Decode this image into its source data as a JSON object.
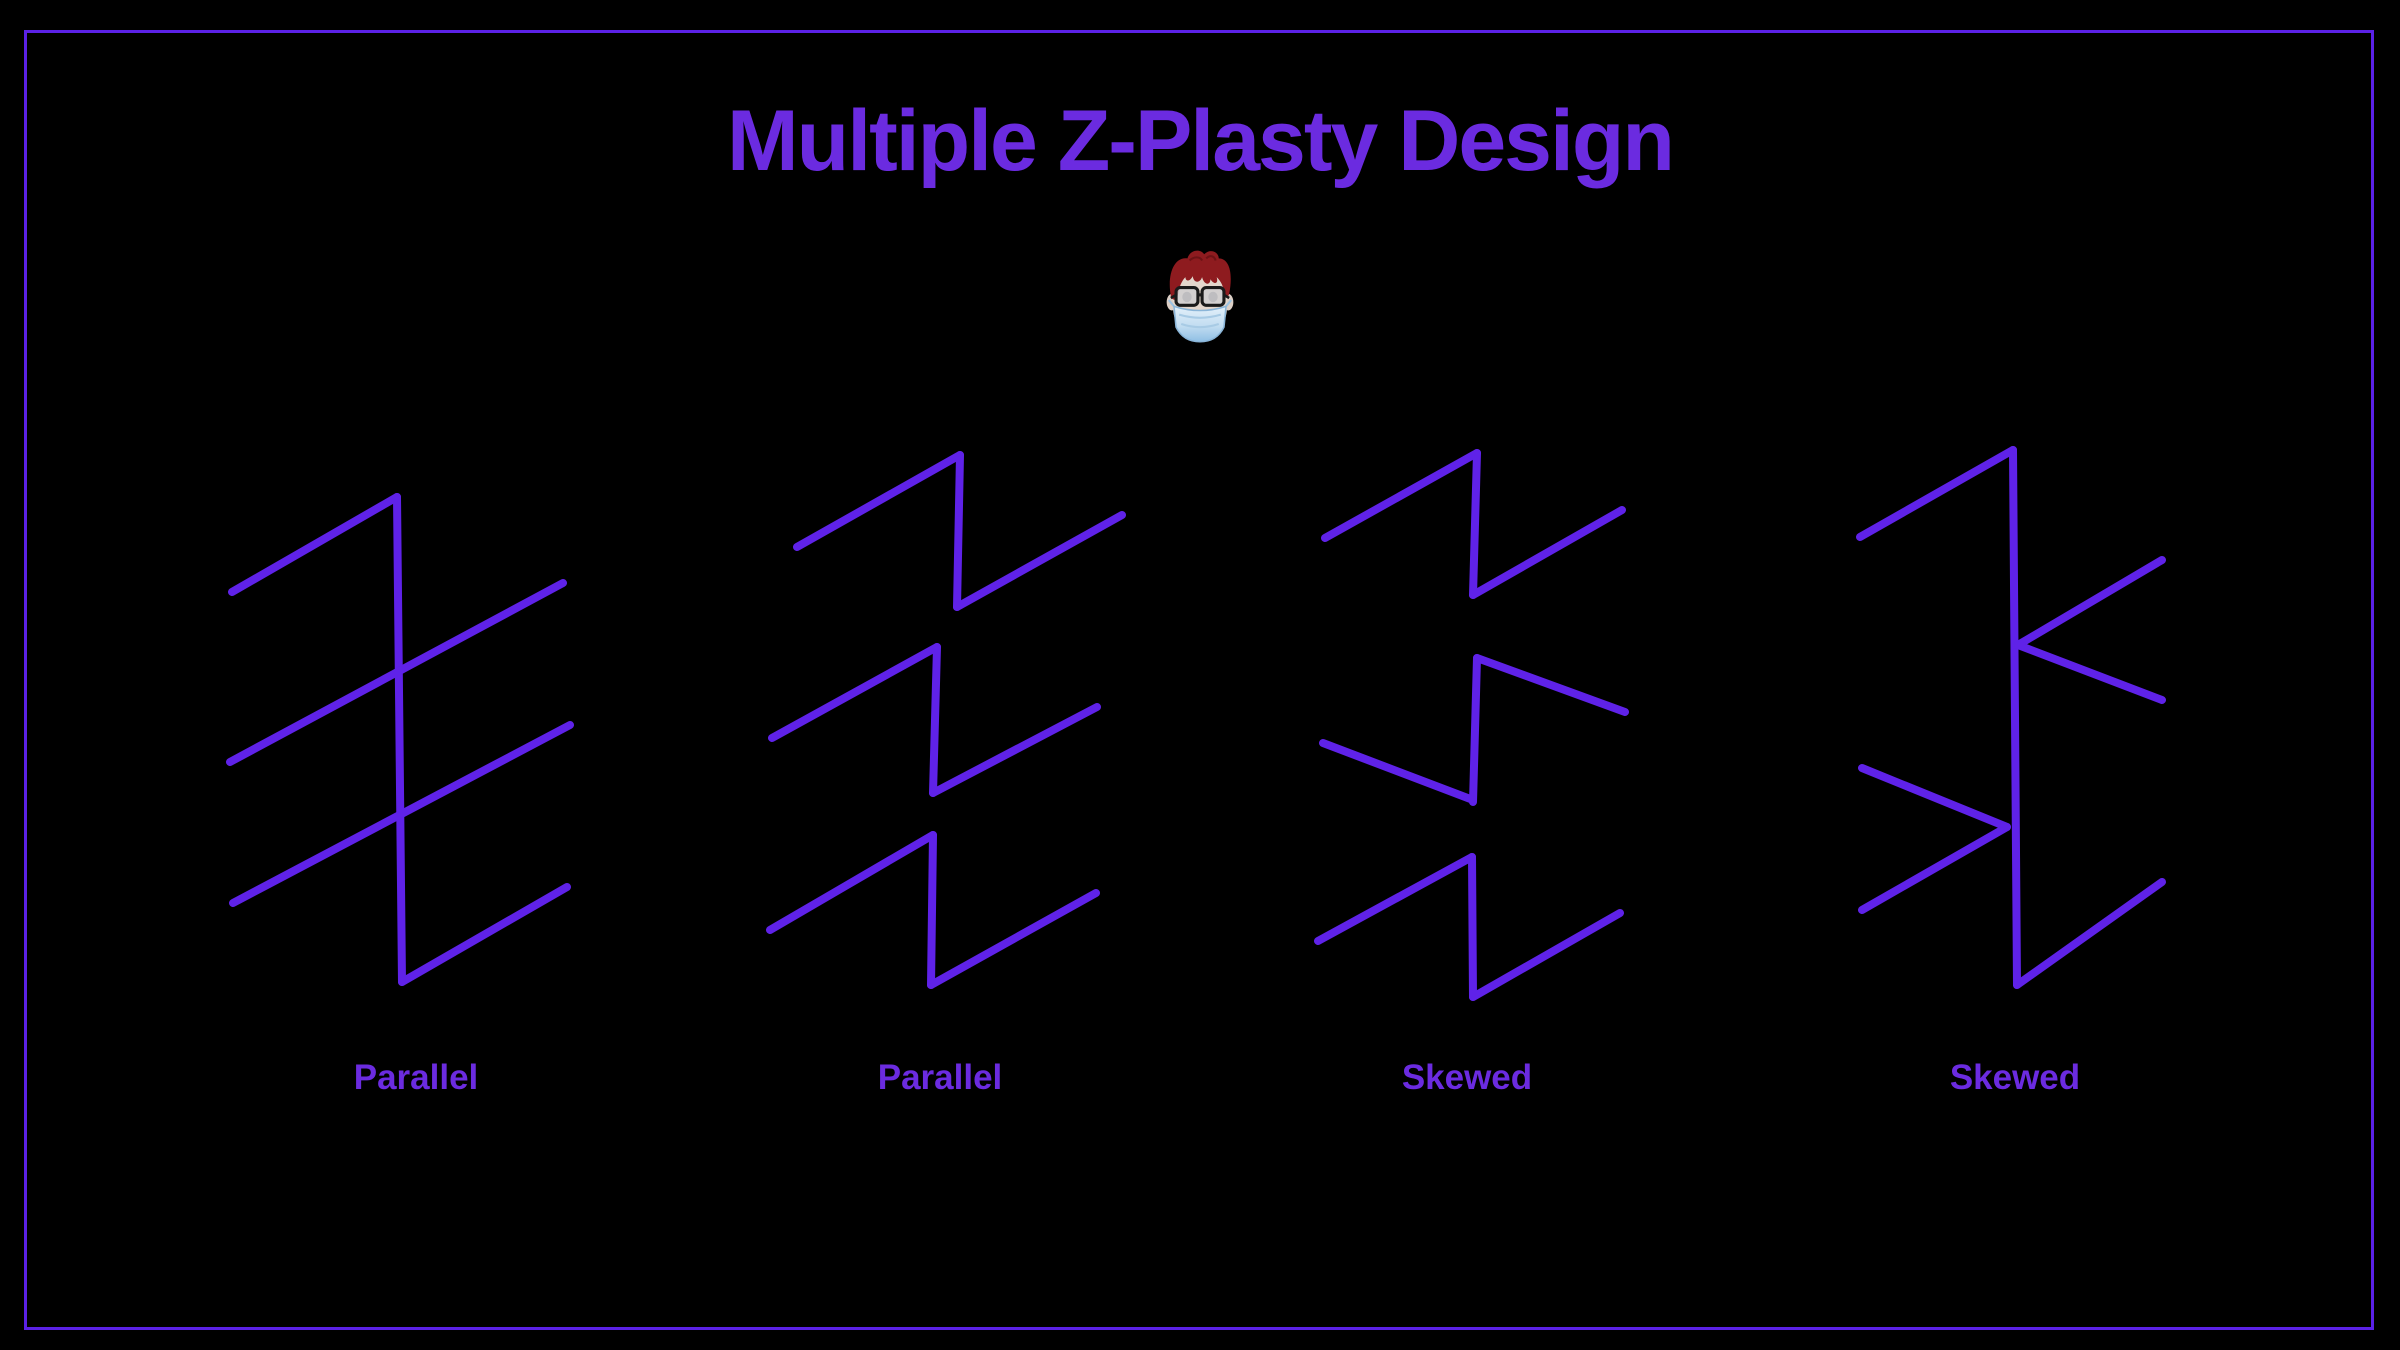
{
  "title": {
    "text": "Multiple Z-Plasty Design"
  },
  "emoji": {
    "name": "face-with-medical-mask-glasses-red-hair"
  },
  "figures": [
    {
      "name": "multiple-z-plasty-parallel-1",
      "label": "Parallel",
      "segments": [
        [
          397,
          497,
          402,
          982
        ],
        [
          397,
          497,
          232,
          592
        ],
        [
          563,
          583,
          230,
          762
        ],
        [
          570,
          725,
          233,
          903
        ],
        [
          402,
          982,
          567,
          887
        ]
      ]
    },
    {
      "name": "multiple-z-plasty-parallel-2",
      "label": "Parallel",
      "segments": [
        [
          797,
          547,
          960,
          455
        ],
        [
          960,
          455,
          957,
          607
        ],
        [
          957,
          607,
          1122,
          515
        ],
        [
          772,
          738,
          937,
          647
        ],
        [
          937,
          647,
          933,
          793
        ],
        [
          933,
          793,
          1097,
          707
        ],
        [
          770,
          930,
          933,
          835
        ],
        [
          933,
          835,
          931,
          985
        ],
        [
          931,
          985,
          1096,
          893
        ]
      ]
    },
    {
      "name": "multiple-z-plasty-skewed-1",
      "label": "Skewed",
      "segments": [
        [
          1325,
          538,
          1477,
          453
        ],
        [
          1477,
          453,
          1473,
          595
        ],
        [
          1473,
          595,
          1622,
          510
        ],
        [
          1477,
          658,
          1625,
          712
        ],
        [
          1477,
          658,
          1473,
          802
        ],
        [
          1323,
          743,
          1473,
          800
        ],
        [
          1318,
          941,
          1472,
          857
        ],
        [
          1472,
          857,
          1473,
          997
        ],
        [
          1473,
          997,
          1620,
          913
        ]
      ]
    },
    {
      "name": "multiple-z-plasty-skewed-2",
      "label": "Skewed",
      "segments": [
        [
          2013,
          450,
          2017,
          985
        ],
        [
          2013,
          450,
          1860,
          537
        ],
        [
          2162,
          560,
          2018,
          645
        ],
        [
          2018,
          645,
          2162,
          700
        ],
        [
          1862,
          768,
          2007,
          827
        ],
        [
          2007,
          827,
          1862,
          910
        ],
        [
          2017,
          985,
          2162,
          882
        ]
      ]
    }
  ],
  "style": {
    "background": "#000000",
    "border_color": "#5b21e6",
    "title_color": "#6b2be0",
    "label_color": "#6b2be0",
    "stroke_color": "#5f22e8",
    "stroke_width": 8
  }
}
